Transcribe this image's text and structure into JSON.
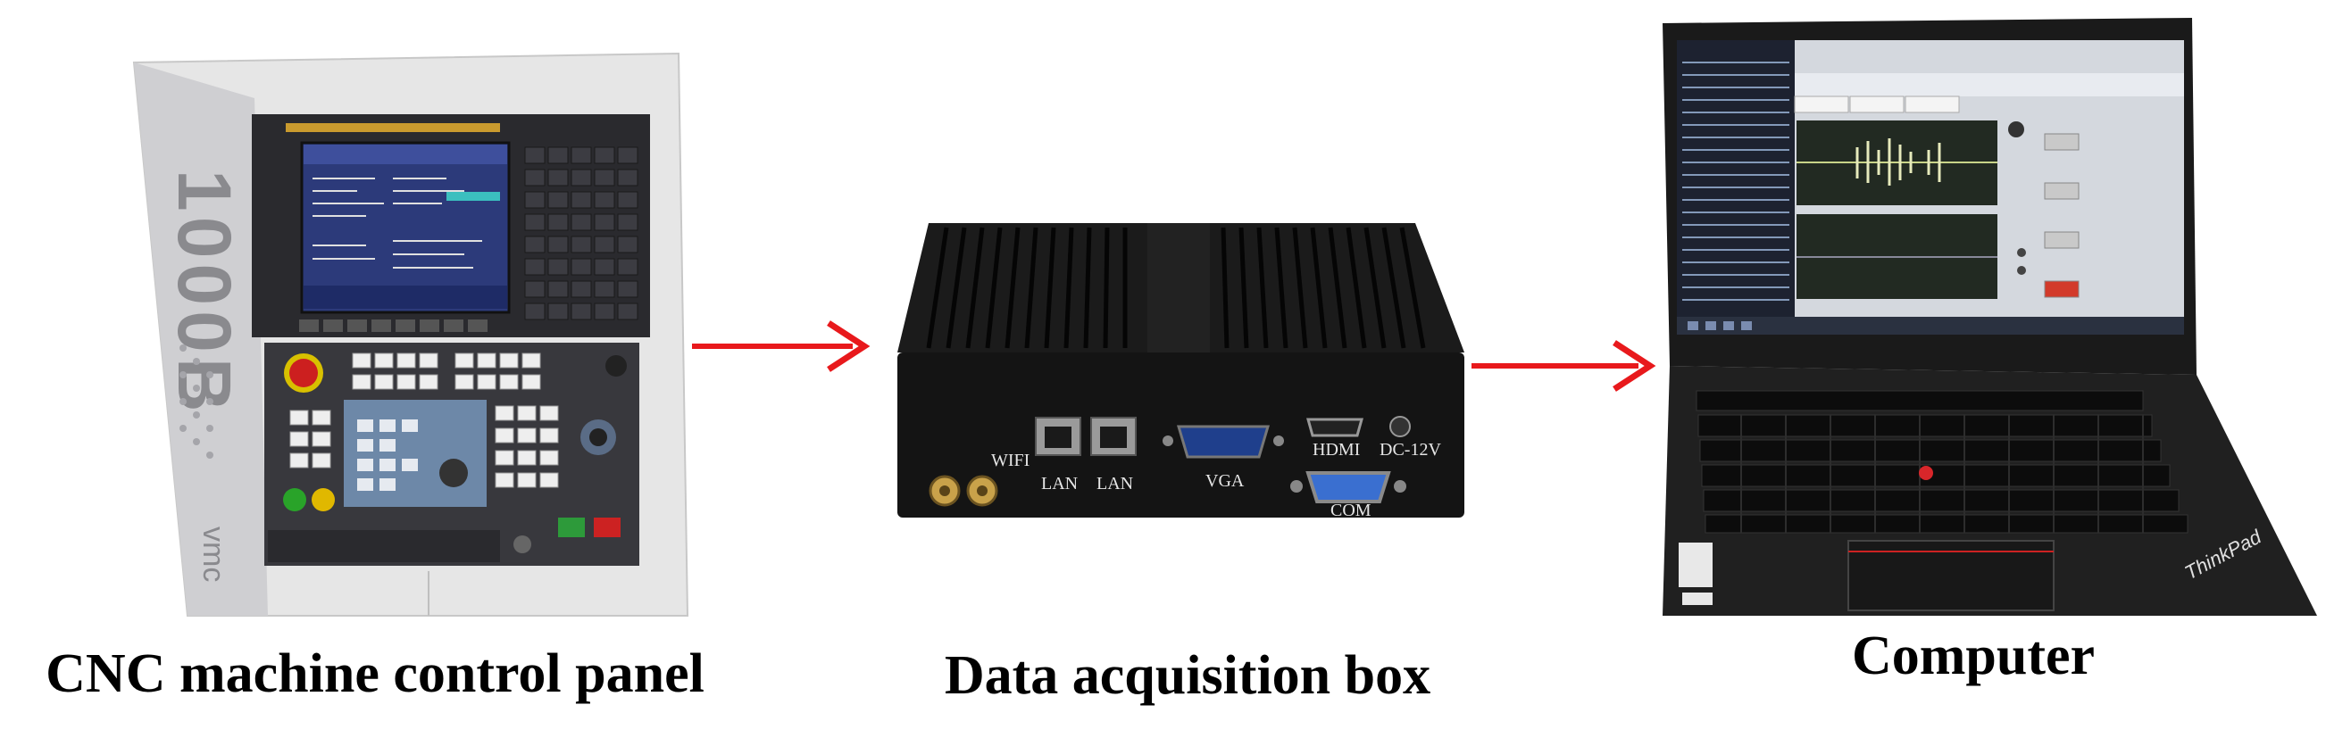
{
  "captions": {
    "cnc": "CNC machine control panel",
    "box": "Data acquisition box",
    "computer": "Computer"
  },
  "cnc_panel": {
    "model_text": "1000B",
    "brand_text": "vmc"
  },
  "acquisition_box": {
    "ports": {
      "wifi": "WIFI",
      "lan1": "LAN",
      "lan2": "LAN",
      "vga": "VGA",
      "hdmi": "HDMI",
      "dc": "DC-12V",
      "com": "COM"
    }
  },
  "laptop": {
    "brand": "ThinkPad"
  },
  "colors": {
    "arrow": "#e8191c",
    "panel_body": "#d9d9d9",
    "panel_dark": "#2a2a2e",
    "screen_blue": "#2c3a7a",
    "box_black": "#141414",
    "laptop_black": "#1a1a1a",
    "app_bg": "#d4d8de"
  },
  "icons": {
    "flow_arrow_1": "arrow-right-icon",
    "flow_arrow_2": "arrow-right-icon"
  }
}
